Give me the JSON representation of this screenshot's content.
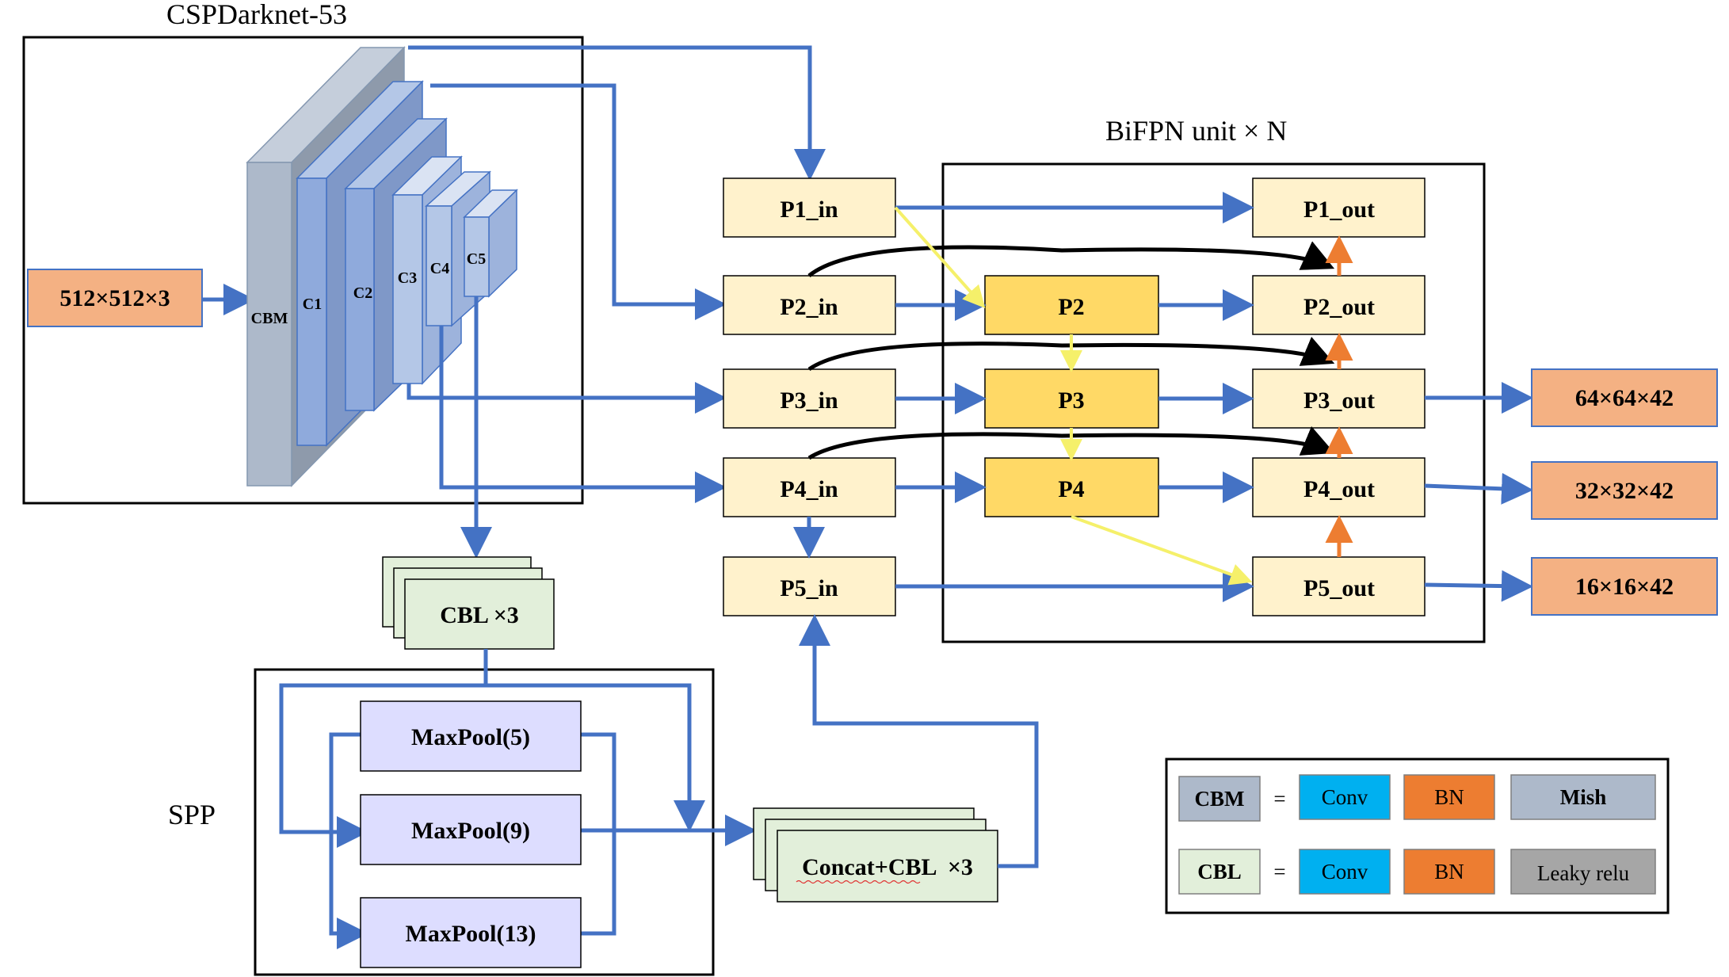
{
  "titles": {
    "backbone": "CSPDarknet-53",
    "bifpn": "BiFPN unit × N",
    "spp": "SPP"
  },
  "input_shape": "512×512×3",
  "backbone_layers": [
    "CBM",
    "C1",
    "C2",
    "C3",
    "C4",
    "C5"
  ],
  "inputs": [
    "P1_in",
    "P2_in",
    "P3_in",
    "P4_in",
    "P5_in"
  ],
  "mids": [
    "P2",
    "P3",
    "P4"
  ],
  "outs": [
    "P1_out",
    "P2_out",
    "P3_out",
    "P4_out",
    "P5_out"
  ],
  "output_shapes": [
    "64×64×42",
    "32×32×42",
    "16×16×42"
  ],
  "cbl_stack": "CBL ×3",
  "maxpools": [
    "MaxPool(5)",
    "MaxPool(9)",
    "MaxPool(13)"
  ],
  "concat": "Concat+CBL  ×3",
  "legend": {
    "cbm": {
      "name": "CBM",
      "eq": "=",
      "parts": [
        "Conv",
        "BN",
        "Mish"
      ]
    },
    "cbl": {
      "name": "CBL",
      "eq": "=",
      "parts": [
        "Conv",
        "BN",
        "Leaky relu"
      ]
    }
  },
  "colors": {
    "arrow_blue": "#4472C4",
    "arrow_yellow": "#F5F06A",
    "arrow_orange": "#ED7D31",
    "io_orange": "#F4B183",
    "node_cream": "#FFF2CC",
    "node_gold": "#FFD966",
    "cbl_green": "#E2EFDA",
    "maxpool_lavender": "#DDDDFF",
    "conv_cyan": "#00B0F0",
    "bn_orange": "#ED7D31",
    "mish_gray": "#ADB9CA",
    "leaky_gray": "#A6A6A6"
  }
}
